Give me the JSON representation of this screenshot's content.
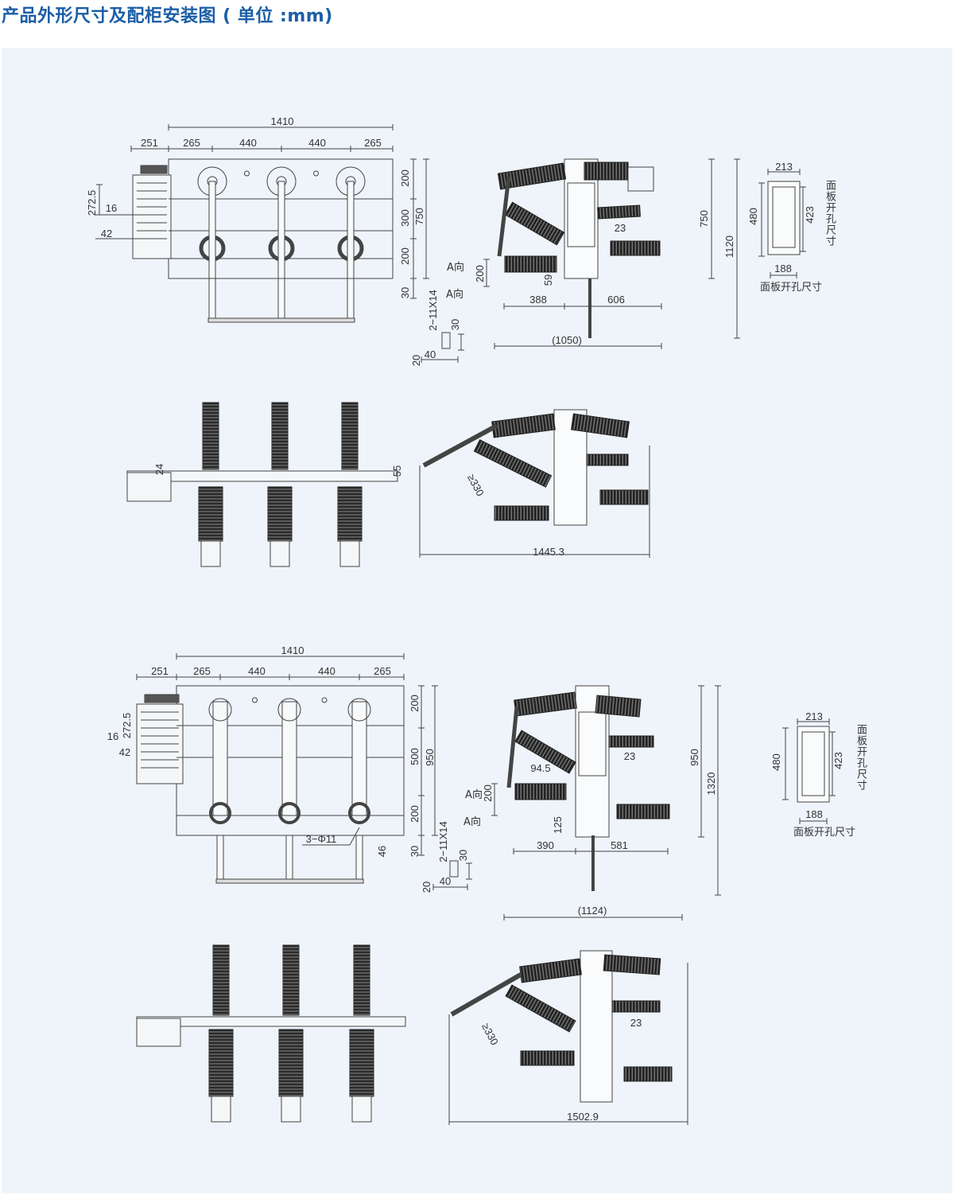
{
  "title": "产品外形尺寸及配柜安装图 ( 单位 :mm)",
  "colors": {
    "title": "#1b5ea6",
    "background": "#eef4fa",
    "line": "#444444",
    "insulator": "#2b2b2b"
  },
  "view1_front": {
    "overall_width": "1410",
    "left_offset": "251",
    "span_a": "265",
    "span_b": "440",
    "span_c": "440",
    "span_d": "265",
    "h_272_5": "272.5",
    "h_16": "16",
    "h_42": "42",
    "v_200_top": "200",
    "v_300": "300",
    "v_750": "750",
    "v_200_bottom": "200",
    "v_30": "30",
    "a_dir_1": "A向",
    "a_dir_2": "A向",
    "slot": "2−11X14",
    "slot_30": "30",
    "slot_20": "20",
    "slot_40": "40"
  },
  "view2_side": {
    "h_750": "750",
    "h_1120": "1120",
    "d_23": "23",
    "d_200": "200",
    "d_59": "59",
    "w_388": "388",
    "w_606": "606",
    "w_total": "(1050)"
  },
  "panel_cutout_1": {
    "w_213": "213",
    "h_480": "480",
    "h_423": "423",
    "w_188": "188",
    "label_vertical": "面板开孔尺寸",
    "caption": "面板开孔尺寸"
  },
  "view3_top": {
    "d_24": "24",
    "d_55": "55"
  },
  "view4_open": {
    "angle_min": "≥330",
    "w_total": "1445.3"
  },
  "view5_front": {
    "overall_width": "1410",
    "left_offset": "251",
    "span_a": "265",
    "span_b": "440",
    "span_c": "440",
    "span_d": "265",
    "h_272_5": "272.5",
    "h_16": "16",
    "h_42": "42",
    "v_200_top": "200",
    "v_500": "500",
    "v_950": "950",
    "v_200_bottom": "200",
    "v_30": "30",
    "holes": "3−Φ11",
    "d_46": "46",
    "slot": "2−11X14",
    "slot_30": "30",
    "slot_20": "20",
    "slot_40": "40"
  },
  "view6_side": {
    "a_dir_1": "A向",
    "d_200": "200",
    "a_dir_2": "A向",
    "d_94_5": "94.5",
    "d_23": "23",
    "h_950": "950",
    "h_1320": "1320",
    "d_125": "125",
    "w_390": "390",
    "w_581": "581",
    "w_total": "(1124)"
  },
  "panel_cutout_2": {
    "w_213": "213",
    "h_480": "480",
    "h_423": "423",
    "w_188": "188",
    "label_vertical": "面板开孔尺寸",
    "caption": "面板开孔尺寸"
  },
  "view8_open": {
    "angle_min": "≥330",
    "d_23": "23",
    "w_total": "1502.9"
  }
}
